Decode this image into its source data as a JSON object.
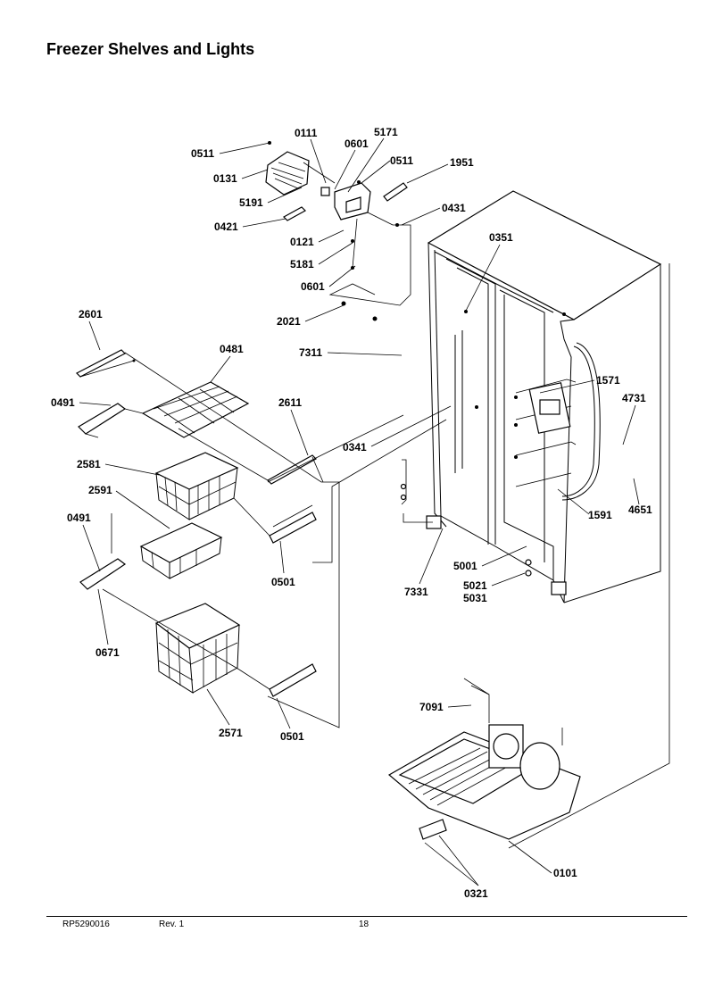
{
  "page": {
    "title": "Freezer Shelves and Lights",
    "document_number": "RP5290016",
    "revision": "Rev. 1",
    "page_number": "18"
  },
  "part_numbers": {
    "p0511a": "0511",
    "p0111": "0111",
    "p0601a": "0601",
    "p5171": "5171",
    "p0511b": "0511",
    "p1951": "1951",
    "p0131": "0131",
    "p5191": "5191",
    "p0421": "0421",
    "p0431": "0431",
    "p0121": "0121",
    "p5181": "5181",
    "p0601b": "0601",
    "p0351": "0351",
    "p2021": "2021",
    "p2601": "2601",
    "p0481": "0481",
    "p7311": "7311",
    "p0491a": "0491",
    "p2611": "2611",
    "p1571": "1571",
    "p4731": "4731",
    "p0341": "0341",
    "p2581": "2581",
    "p2591": "2591",
    "p0491b": "0491",
    "p0501a": "0501",
    "p1591": "1591",
    "p4651": "4651",
    "p5001": "5001",
    "p7331": "7331",
    "p5021": "5021",
    "p5031": "5031",
    "p0671": "0671",
    "p7091": "7091",
    "p2571": "2571",
    "p0501b": "0501",
    "p0101": "0101",
    "p0321": "0321"
  }
}
